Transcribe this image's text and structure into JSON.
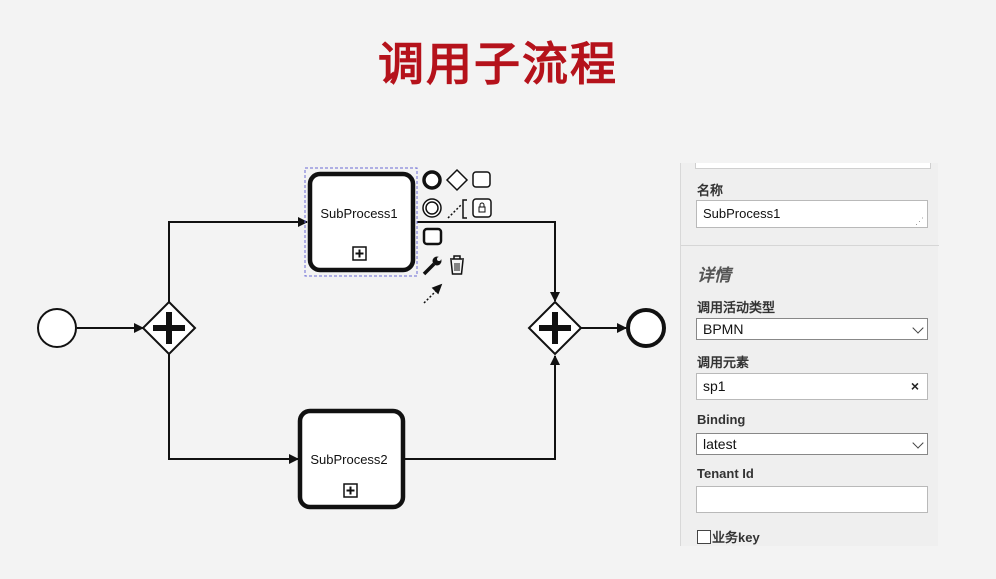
{
  "page": {
    "title": "调用子流程"
  },
  "diagram": {
    "subprocess1": {
      "label": "SubProcess1"
    },
    "subprocess2": {
      "label": "SubProcess2"
    }
  },
  "properties": {
    "name": {
      "label": "名称",
      "value": "SubProcess1"
    },
    "details_heading": "详情",
    "call_activity_type": {
      "label": "调用活动类型",
      "value": "BPMN"
    },
    "called_element": {
      "label": "调用元素",
      "value": "sp1",
      "clear_icon": "×"
    },
    "binding": {
      "label": "Binding",
      "value": "latest"
    },
    "tenant_id": {
      "label": "Tenant Id",
      "value": ""
    },
    "business_key": {
      "label": "业务key",
      "checked": false
    }
  }
}
